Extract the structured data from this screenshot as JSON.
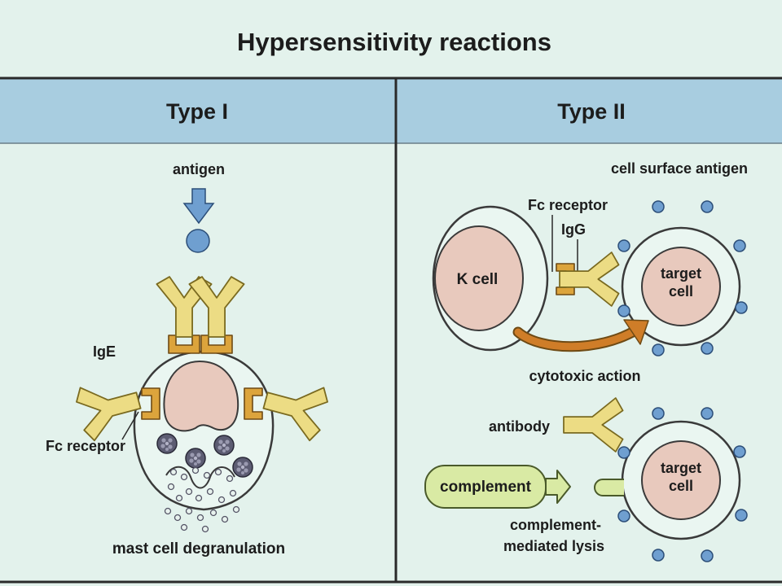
{
  "title": "Hypersensitivity reactions",
  "panels": {
    "type1": {
      "header": "Type I",
      "labels": {
        "antigen": "antigen",
        "ige": "IgE",
        "fc_receptor": "Fc receptor",
        "caption": "mast cell degranulation"
      }
    },
    "type2": {
      "header": "Type II",
      "labels": {
        "cell_surface_antigen": "cell surface antigen",
        "fc_receptor": "Fc receptor",
        "igg": "IgG",
        "k_cell": "K cell",
        "target_cell_1_line1": "target",
        "target_cell_1_line2": "cell",
        "cytotoxic_action": "cytotoxic action",
        "antibody": "antibody",
        "complement": "complement",
        "target_cell_2_line1": "target",
        "target_cell_2_line2": "cell",
        "lysis_line1": "complement-",
        "lysis_line2": "mediated lysis"
      }
    }
  },
  "colors": {
    "background": "#e3f2ec",
    "header_band": "#a8cde0",
    "cell_fill": "#eaf6f1",
    "nucleus": "#e8c9bd",
    "antibody": "#ecdc84",
    "receptor": "#dca43c",
    "antigen_blue": "#6f9fd0",
    "arrow_orange": "#cf7d28",
    "complement_fill": "#d9eaa4",
    "granule": "#5c5c72"
  }
}
